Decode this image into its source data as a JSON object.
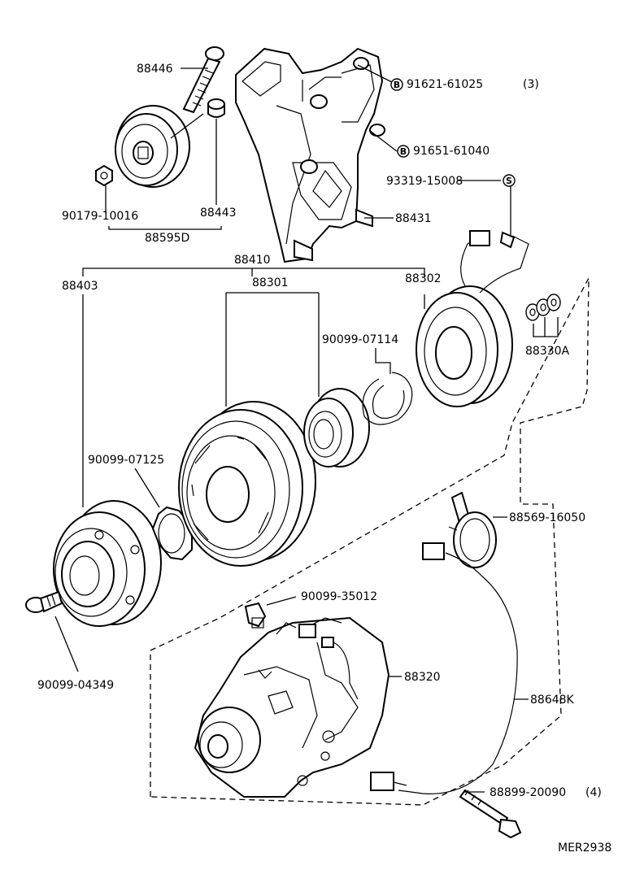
{
  "parts": {
    "p88446": "88446",
    "p91621": "91621-61025",
    "p91621_qty": "(3)",
    "p91651": "91651-61040",
    "p93319": "93319-15008",
    "p90179": "90179-10016",
    "p88443": "88443",
    "p88595d": "88595D",
    "p88431": "88431",
    "p88410": "88410",
    "p88403": "88403",
    "p88301": "88301",
    "p88302": "88302",
    "p90099_07114": "90099-07114",
    "p88330a": "88330A",
    "p90099_07125": "90099-07125",
    "p88569": "88569-16050",
    "p90099_35012": "90099-35012",
    "p88320": "88320",
    "p90099_04349": "90099-04349",
    "p88648k": "88648K",
    "p88899": "88899-20090",
    "p88899_qty": "(4)"
  },
  "markers": {
    "b": "B",
    "s": "S"
  },
  "footer": {
    "code": "MER2938"
  }
}
